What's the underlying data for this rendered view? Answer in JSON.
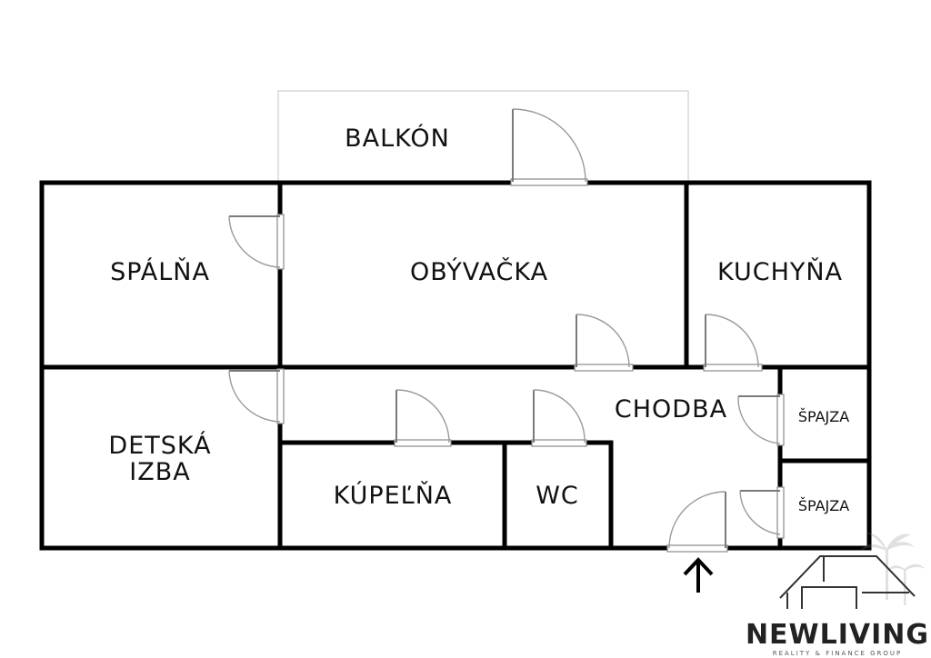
{
  "plan": {
    "rooms": {
      "balkon": "BALKÓN",
      "spalna": "SPÁLŇA",
      "obyvacka": "OBÝVAČKA",
      "kuchyna": "KUCHYŇA",
      "detska_line1": "DETSKÁ",
      "detska_line2": "IZBA",
      "chodba": "CHODBA",
      "spajza_1": "ŠPAJZA",
      "spajza_2": "ŠPAJZA",
      "kupelna": "KÚPEĽŇA",
      "wc": "WC"
    },
    "entrance_icon": "arrow-up-icon"
  },
  "logo": {
    "name": "NEWLIVING",
    "tagline": "REALITY & FINANCE GROUP"
  }
}
